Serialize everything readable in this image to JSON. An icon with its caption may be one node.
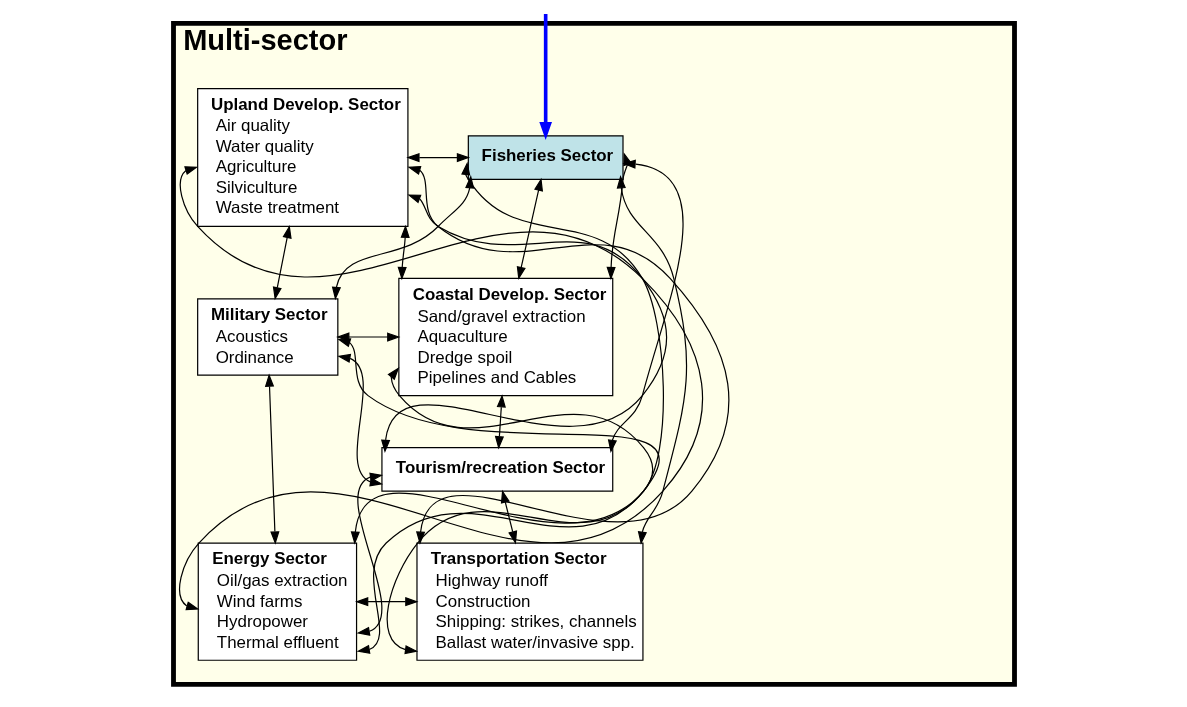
{
  "diagram": {
    "nodes": [
      {
        "text": [
          "Multi-sector"
        ]
      },
      {
        "text": [
          "Upland Develop. Sector",
          "Air quality",
          "Water quality",
          "Agriculture",
          "Silviculture",
          "Waste treatment"
        ],
        "in": 0
      },
      {
        "text": [
          "Fisheries Sector"
        ],
        "in": 0
      },
      {
        "text": [
          "Coastal Develop. Sector",
          "Sand/gravel extraction",
          "Aquaculture",
          "Dredge spoil",
          "Pipelines and Cables"
        ],
        "in": 0
      },
      {
        "text": [
          "Military Sector",
          "Acoustics",
          "Ordinance"
        ],
        "in": 0
      },
      {
        "text": [
          "Tourism/recreation Sector"
        ],
        "in": 0
      },
      {
        "text": [
          "Energy Sector",
          "Oil/gas extraction",
          "Wind farms",
          "Hydropower",
          "Thermal effluent"
        ],
        "in": 0
      },
      {
        "text": [
          "Transportation Sector",
          "Highway runoff",
          "Construction",
          "Shipping: strikes, channels",
          "Ballast water/invasive spp."
        ],
        "in": 0
      }
    ],
    "edges": [
      {
        "from": null,
        "to": 2,
        "arrow": "to",
        "style": "thick",
        "color": "#0000ff"
      },
      {
        "from": 1,
        "to": 2,
        "arrow": "both"
      },
      {
        "from": 2,
        "to": 3,
        "arrow": "both"
      },
      {
        "from": 1,
        "to": 4,
        "arrow": "both"
      },
      {
        "from": 3,
        "to": 5,
        "arrow": "both"
      },
      {
        "from": 4,
        "to": 6,
        "arrow": "both"
      },
      {
        "from": 5,
        "to": 7,
        "arrow": "both"
      },
      {
        "from": 6,
        "to": 7,
        "arrow": "both"
      },
      {
        "from": 1,
        "to": 6,
        "arrow": "both"
      },
      {
        "from": 1,
        "to": 3,
        "arrow": "both"
      },
      {
        "from": 1,
        "to": 5,
        "arrow": "both"
      },
      {
        "from": 1,
        "to": 7,
        "arrow": "both"
      },
      {
        "from": 4,
        "to": 2,
        "arrow": "both"
      },
      {
        "from": 4,
        "to": 3,
        "arrow": "both"
      },
      {
        "from": 4,
        "to": 5,
        "arrow": "both"
      },
      {
        "from": 4,
        "to": 7,
        "arrow": "both"
      },
      {
        "from": 6,
        "to": 2,
        "arrow": "both"
      },
      {
        "from": 6,
        "to": 3,
        "arrow": "both"
      },
      {
        "from": 6,
        "to": 5,
        "arrow": "both"
      },
      {
        "from": 2,
        "to": 3,
        "arrow": "both"
      },
      {
        "from": 2,
        "to": 5,
        "arrow": "both"
      },
      {
        "from": 2,
        "to": 7,
        "arrow": "both"
      }
    ]
  }
}
